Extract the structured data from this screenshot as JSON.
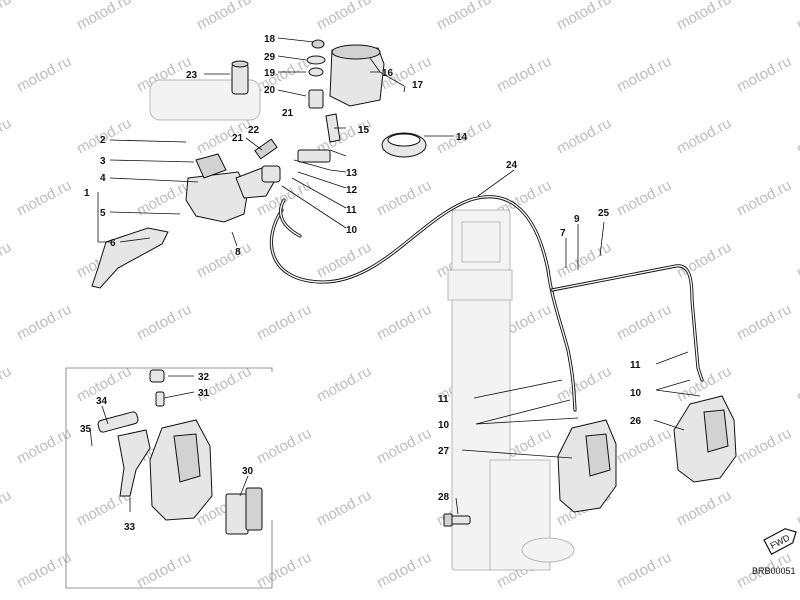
{
  "diagram": {
    "watermark_text": "motod.ru",
    "drawing_code": "BRB00051",
    "fwd_label": "FWD",
    "callouts": {
      "c1": "1",
      "c2": "2",
      "c3": "3",
      "c4": "4",
      "c5": "5",
      "c6": "6",
      "c7": "7",
      "c8": "8",
      "c9": "9",
      "c10": "10",
      "c11": "11",
      "c12": "12",
      "c13": "13",
      "c14": "14",
      "c15": "15",
      "c16": "16",
      "c17": "17",
      "c18": "18",
      "c19": "19",
      "c20": "20",
      "c21": "21",
      "c22": "22",
      "c23": "23",
      "c24": "24",
      "c25": "25",
      "c26": "26",
      "c27": "27",
      "c28": "28",
      "c29": "29",
      "c30": "30",
      "c31": "31",
      "c32": "32",
      "c33": "33",
      "c34": "34",
      "c35": "35"
    }
  }
}
